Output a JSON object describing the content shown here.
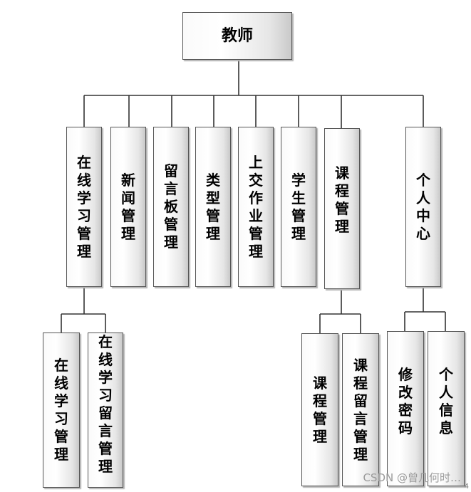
{
  "root": "教师",
  "modules": [
    {
      "label": "在线学习管理"
    },
    {
      "label": "新闻管理"
    },
    {
      "label": "留言板管理"
    },
    {
      "label": "类型管理"
    },
    {
      "label": "上交作业管理"
    },
    {
      "label": "学生管理"
    },
    {
      "label": "课程管理"
    },
    {
      "label": "个人中心"
    }
  ],
  "sub_modules": {
    "online_learning": [
      "在线学习管理",
      "在线学习留言管理"
    ],
    "course": [
      "课程管理",
      "课程留言管理"
    ],
    "personal": [
      "修改密码",
      "个人信息"
    ]
  },
  "watermark": "CSDN @曾几何时…",
  "corner_mark": "4"
}
